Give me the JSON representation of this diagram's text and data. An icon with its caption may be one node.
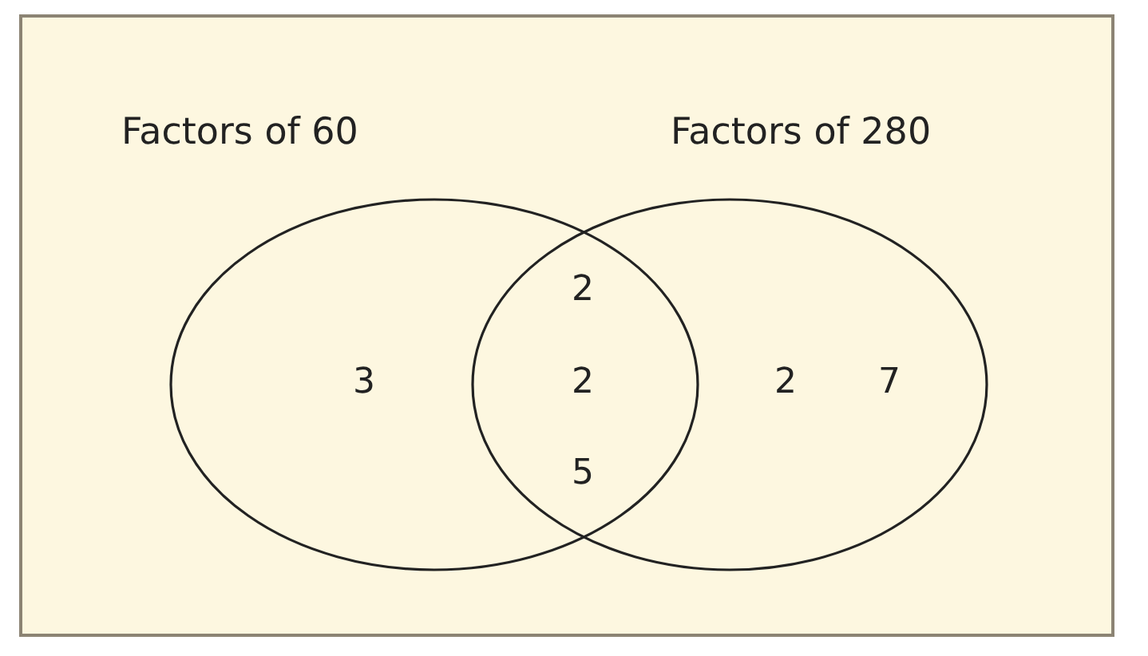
{
  "diagram": {
    "nodes": [
      {
        "text": [
          "Factors of 60",
          "3"
        ]
      },
      {
        "text": [
          "Factors of 280",
          "2",
          "7"
        ]
      }
    ],
    "labels": [
      "2",
      "2",
      "5"
    ]
  }
}
